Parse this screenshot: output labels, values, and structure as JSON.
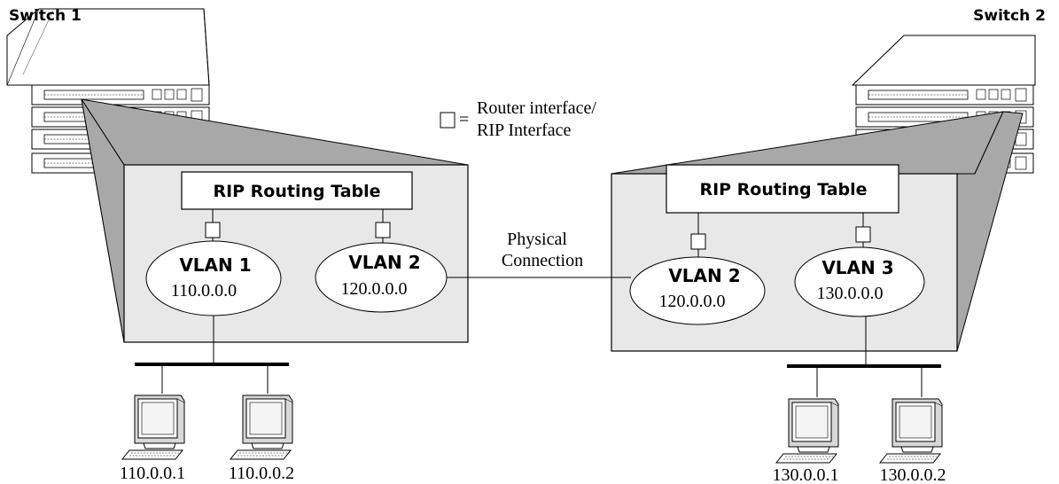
{
  "switch1": {
    "label": "Switch 1"
  },
  "switch2": {
    "label": "Switch 2"
  },
  "legend": {
    "symbol": "=",
    "line1": "Router interface/",
    "line2": "RIP Interface"
  },
  "left_box": {
    "table_title": "RIP Routing Table",
    "vlans": [
      {
        "name": "VLAN 1",
        "address": "110.0.0.0"
      },
      {
        "name": "VLAN 2",
        "address": "120.0.0.0"
      }
    ],
    "hosts": [
      {
        "address": "110.0.0.1"
      },
      {
        "address": "110.0.0.2"
      }
    ]
  },
  "right_box": {
    "table_title": "RIP Routing Table",
    "vlans": [
      {
        "name": "VLAN 2",
        "address": "120.0.0.0"
      },
      {
        "name": "VLAN 3",
        "address": "130.0.0.0"
      }
    ],
    "hosts": [
      {
        "address": "130.0.0.1"
      },
      {
        "address": "130.0.0.2"
      }
    ]
  },
  "link": {
    "line1": "Physical",
    "line2": "Connection"
  },
  "colors": {
    "box_fill": "#e8e8e8",
    "trapezoid_fill": "#a8a8a8",
    "stroke": "#000000",
    "white": "#ffffff"
  }
}
